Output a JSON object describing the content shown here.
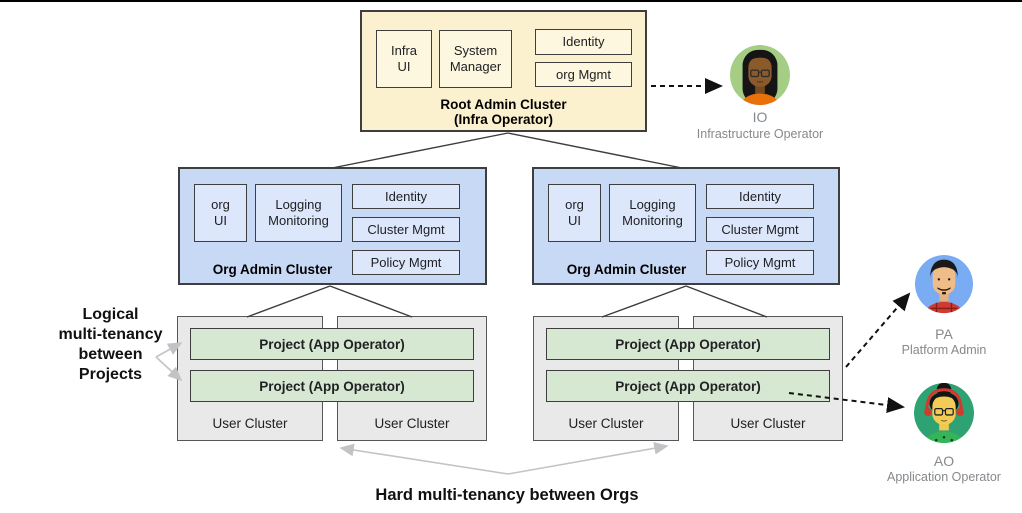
{
  "root_cluster": {
    "title": "Root Admin Cluster\n(Infra Operator)",
    "components": {
      "infra_ui": "Infra\nUI",
      "system_manager": "System\nManager",
      "identity": "Identity",
      "org_mgmt": "org Mgmt"
    }
  },
  "org_clusters": [
    {
      "title": "Org Admin Cluster",
      "components": {
        "org_ui": "org\nUI",
        "logging": "Logging\nMonitoring",
        "identity": "Identity",
        "cluster_mgmt": "Cluster Mgmt",
        "policy_mgmt": "Policy Mgmt"
      }
    },
    {
      "title": "Org Admin Cluster",
      "components": {
        "org_ui": "org\nUI",
        "logging": "Logging\nMonitoring",
        "identity": "Identity",
        "cluster_mgmt": "Cluster Mgmt",
        "policy_mgmt": "Policy Mgmt"
      }
    }
  ],
  "projects": [
    "Project (App Operator)",
    "Project (App Operator)",
    "Project (App Operator)",
    "Project (App Operator)"
  ],
  "user_clusters": [
    "User Cluster",
    "User Cluster",
    "User Cluster",
    "User Cluster"
  ],
  "annotations": {
    "logical": "Logical\nmulti-tenancy\nbetween\nProjects",
    "hard": "Hard multi-tenancy between Orgs"
  },
  "personas": [
    {
      "abbr": "IO",
      "role": "Infrastructure Operator",
      "icon": "io-avatar"
    },
    {
      "abbr": "PA",
      "role": "Platform Admin",
      "icon": "pa-avatar"
    },
    {
      "abbr": "AO",
      "role": "Application Operator",
      "icon": "ao-avatar"
    }
  ],
  "colors": {
    "root_fill": "#FBF1CF",
    "root_inner": "#FDF7DF",
    "org_fill": "#C7D9F4",
    "org_inner": "#DDE7FB",
    "user_fill": "#E9E9E9",
    "project_fill": "#D6E8D2",
    "box_border": "#3E3E3E",
    "annotation_arrow": "#C1C3C6",
    "dashed_arrow": "#111111",
    "io_bg": "#A5CD84",
    "pa_bg": "#79ACF2",
    "ao_bg": "#2EA273"
  }
}
